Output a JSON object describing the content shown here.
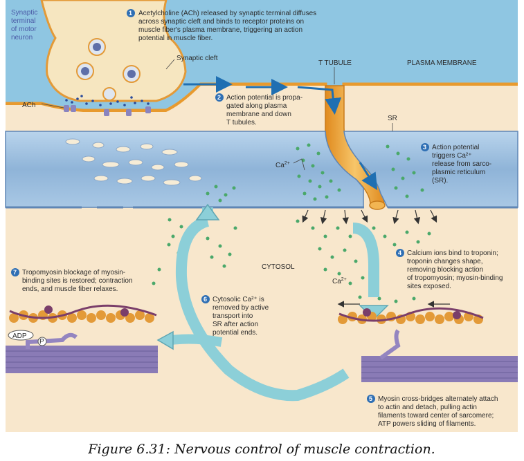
{
  "labels": {
    "synaptic_terminal": [
      "Synaptic",
      "terminal",
      "of motor",
      "neuron"
    ],
    "synaptic_cleft": "Synaptic cleft",
    "ach": "ACh",
    "t_tubule": "T TUBULE",
    "plasma_membrane": "PLASMA MEMBRANE",
    "sr": "SR",
    "ca_top": "Ca",
    "cytosol": "CYTOSOL",
    "ca_mid": "Ca",
    "adp": "ADP",
    "p": "P"
  },
  "steps": [
    {
      "num": "1",
      "lines": [
        "Acetylcholine (ACh) released by synaptic terminal diffuses",
        "across synaptic cleft and binds to receptor proteins on",
        "muscle fiber's plasma membrane, triggering an action",
        "potential in muscle fiber."
      ]
    },
    {
      "num": "2",
      "lines": [
        "Action potential is propa-",
        "gated along plasma",
        "membrane and down",
        "T tubules."
      ]
    },
    {
      "num": "3",
      "lines": [
        "Action potential",
        "triggers Ca²⁺",
        "release from sarco-",
        "plasmic reticulum",
        "(SR)."
      ]
    },
    {
      "num": "4",
      "lines": [
        "Calcium ions bind to troponin;",
        "troponin changes shape,",
        "removing blocking action",
        "of tropomyosin; myosin-binding",
        "sites exposed."
      ]
    },
    {
      "num": "5",
      "lines": [
        "Myosin cross-bridges alternately attach",
        "to actin and detach, pulling actin",
        "filaments toward center of sarcomere;",
        "ATP powers sliding of filaments."
      ]
    },
    {
      "num": "6",
      "lines": [
        "Cytosolic Ca²⁺ is",
        "removed by active",
        "transport into",
        "SR after action",
        "potential ends."
      ]
    },
    {
      "num": "7",
      "lines": [
        "Tropomyosin blockage of myosin-",
        "binding sites is restored; contraction",
        "ends, and muscle fiber relaxes."
      ]
    }
  ],
  "caption": "Figure 6.31: Nervous control of muscle contraction.",
  "colors": {
    "neuron": "#f6e6c0",
    "cleft": "#8fc6e2",
    "membrane": "#f0a93a",
    "sr": "#9cbfdf",
    "cytosol": "#f8e7cc",
    "calcium": "#4aa86a",
    "arrow_teal": "#8ccfd8",
    "myosin": "#9485c0",
    "actin": "#e39a38",
    "tropomyosin": "#7a3e6a",
    "step_badge": "#2f6fb4"
  }
}
